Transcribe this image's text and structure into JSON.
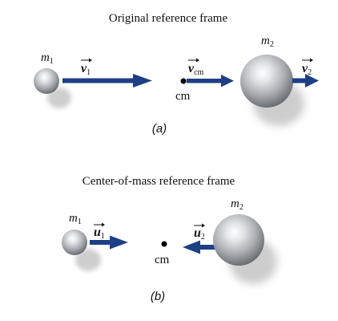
{
  "panel_a": {
    "title": "Original reference frame",
    "mass1": {
      "symbol": "m",
      "subscript": "1"
    },
    "mass2": {
      "symbol": "m",
      "subscript": "2"
    },
    "velocity1": {
      "symbol": "v",
      "subscript": "1"
    },
    "velocity_cm": {
      "symbol": "v",
      "subscript": "cm"
    },
    "velocity2": {
      "symbol": "v",
      "subscript": "2"
    },
    "cm_label": "cm",
    "caption": "(a)"
  },
  "panel_b": {
    "title": "Center-of-mass reference frame",
    "mass1": {
      "symbol": "m",
      "subscript": "1"
    },
    "mass2": {
      "symbol": "m",
      "subscript": "2"
    },
    "velocity1": {
      "symbol": "u",
      "subscript": "1"
    },
    "velocity2": {
      "symbol": "u",
      "subscript": "2"
    },
    "cm_label": "cm",
    "caption": "(b)"
  },
  "colors": {
    "arrow": "#1d3f85",
    "sphere": "#a9adb2",
    "shadow": "#d0d0d0",
    "text": "#111111"
  }
}
